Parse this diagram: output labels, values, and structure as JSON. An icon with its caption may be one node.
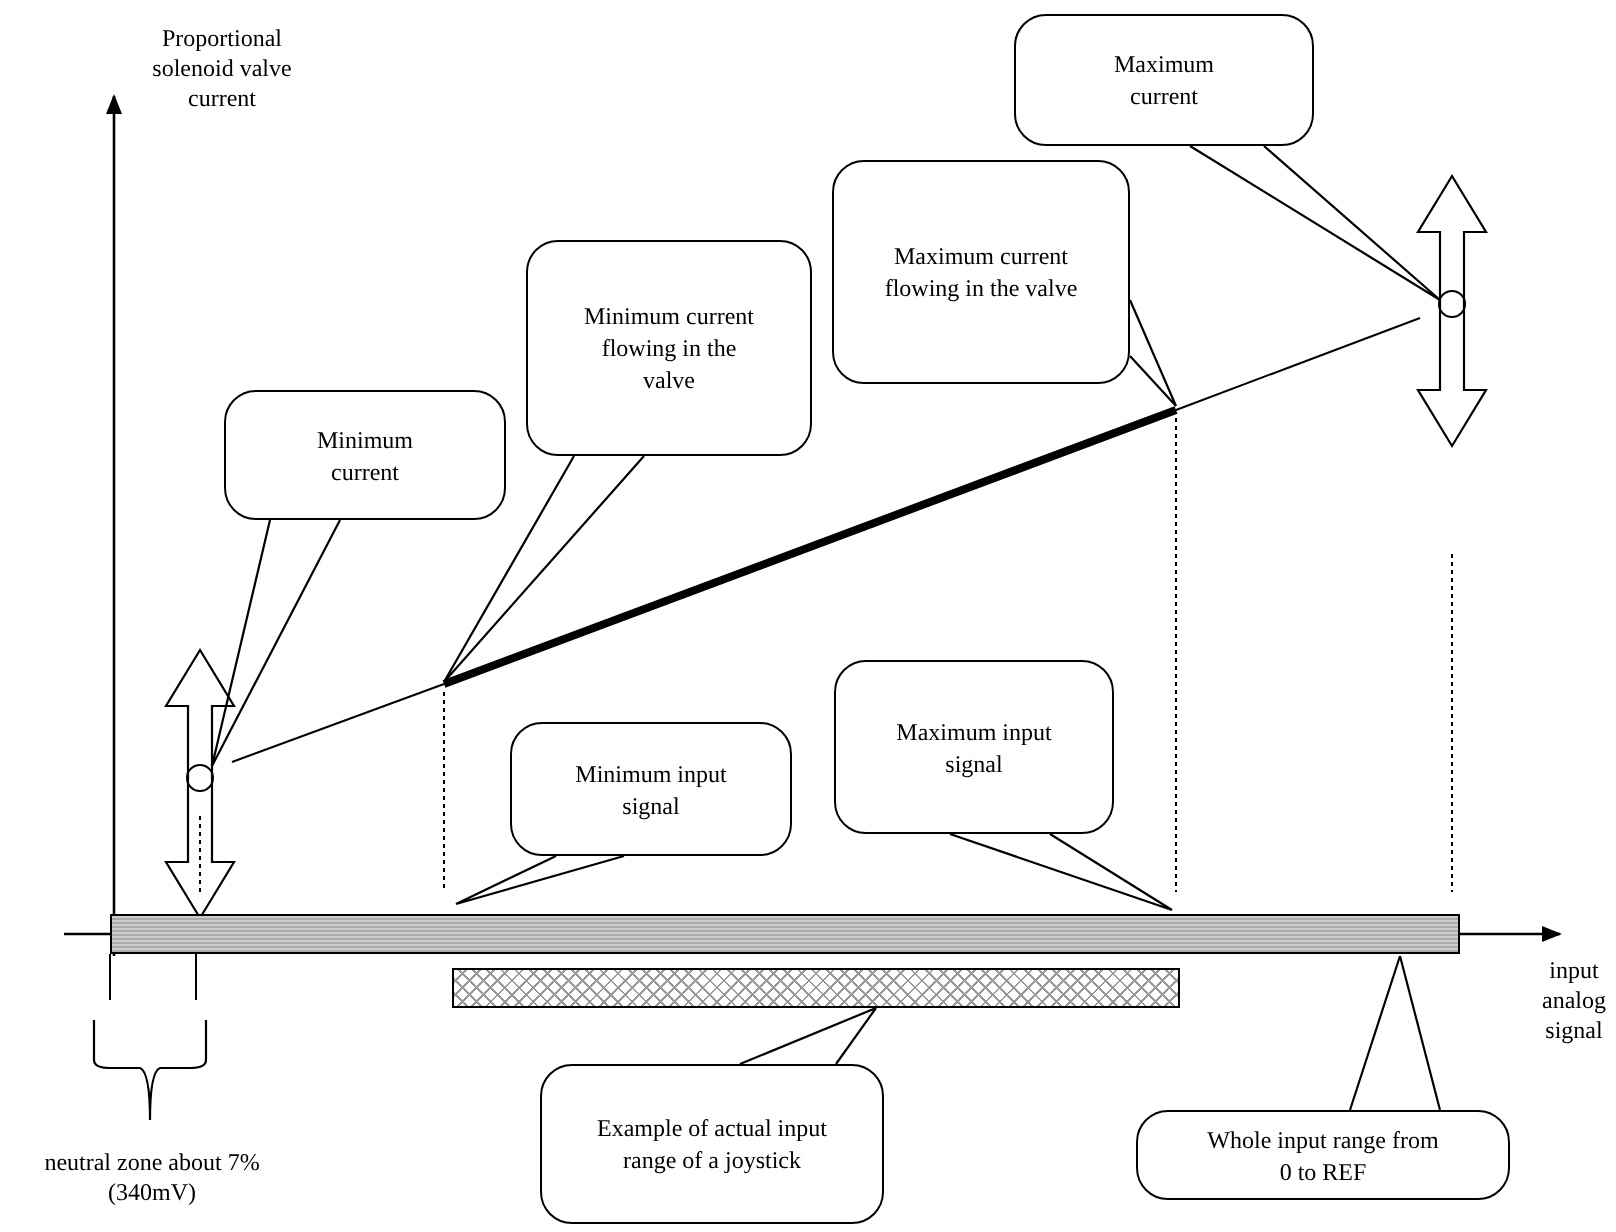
{
  "diagram": {
    "nodes": [
      {
        "text": [
          "Minimum current"
        ]
      },
      {
        "text": [
          "Minimum current flowing in the valve"
        ]
      },
      {
        "text": [
          "Maximum current flowing in the valve"
        ]
      },
      {
        "text": [
          "Maximum current"
        ]
      },
      {
        "text": [
          "Minimum input signal"
        ]
      },
      {
        "text": [
          "Maximum input signal"
        ]
      },
      {
        "text": [
          "Example of actual input range of a joystick"
        ]
      },
      {
        "text": [
          "Whole input range from 0 to REF"
        ]
      },
      {
        "text": [],
        "shape": "circle"
      },
      {
        "text": [],
        "shape": "circle"
      },
      {
        "text": [],
        "shape": "bar"
      },
      {
        "text": [],
        "shape": "bar"
      }
    ],
    "edges": [
      {
        "from": 0,
        "to": 8,
        "arrow": "none"
      },
      {
        "from": 1,
        "to": null,
        "arrow": "none"
      },
      {
        "from": 2,
        "to": null,
        "arrow": "none"
      },
      {
        "from": 3,
        "to": 9,
        "arrow": "none"
      },
      {
        "from": 4,
        "to": null,
        "arrow": "none"
      },
      {
        "from": 5,
        "to": null,
        "arrow": "none"
      },
      {
        "from": 6,
        "to": 11,
        "arrow": "none"
      },
      {
        "from": 7,
        "to": 10,
        "arrow": "none"
      }
    ],
    "labels": [
      "Proportional solenoid valve current",
      "input analog signal",
      "neutral zone about 7% (340mV)"
    ]
  }
}
